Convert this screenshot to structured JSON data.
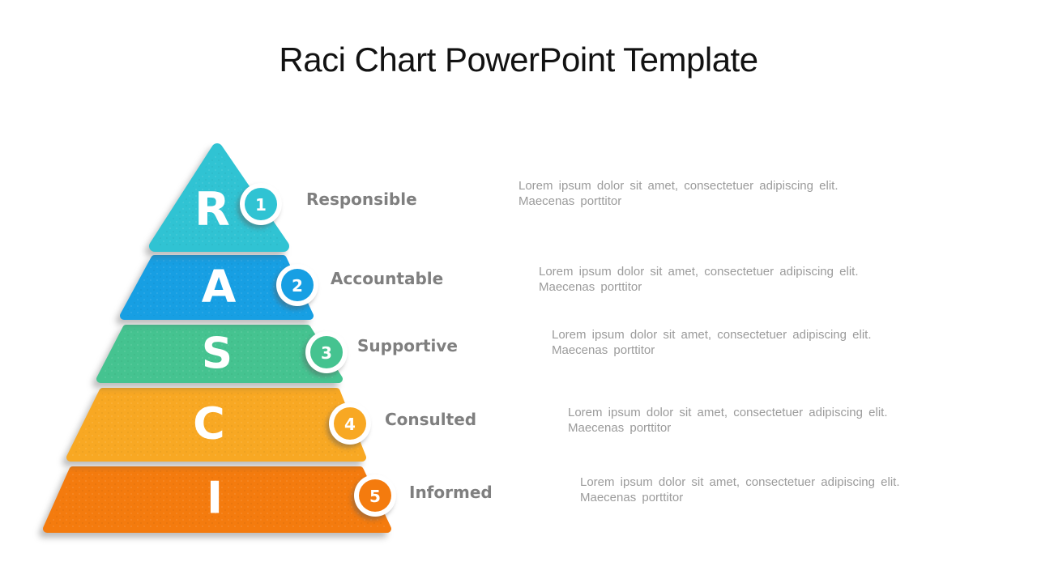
{
  "slide": {
    "title": "Raci Chart PowerPoint Template",
    "levels": [
      {
        "number": "1",
        "letter": "R",
        "label": "Responsible",
        "color": "#30C3D3",
        "description": "Lorem ipsum dolor sit amet, consectetuer adipiscing elit.  Maecenas porttitor"
      },
      {
        "number": "2",
        "letter": "A",
        "label": "Accountable",
        "color": "#179FE3",
        "description": "Lorem ipsum dolor sit amet, consectetuer adipiscing elit.  Maecenas porttitor"
      },
      {
        "number": "3",
        "letter": "S",
        "label": "Supportive",
        "color": "#45C390",
        "description": "Lorem ipsum dolor sit amet, consectetuer adipiscing elit.  Maecenas porttitor"
      },
      {
        "number": "4",
        "letter": "C",
        "label": "Consulted",
        "color": "#F8A823",
        "description": "Lorem ipsum dolor sit amet, consectetuer adipiscing elit.  Maecenas porttitor"
      },
      {
        "number": "5",
        "letter": "I",
        "label": "Informed",
        "color": "#F47B0E",
        "description": "Lorem ipsum dolor sit amet, consectetuer adipiscing elit.  Maecenas porttitor"
      }
    ]
  }
}
